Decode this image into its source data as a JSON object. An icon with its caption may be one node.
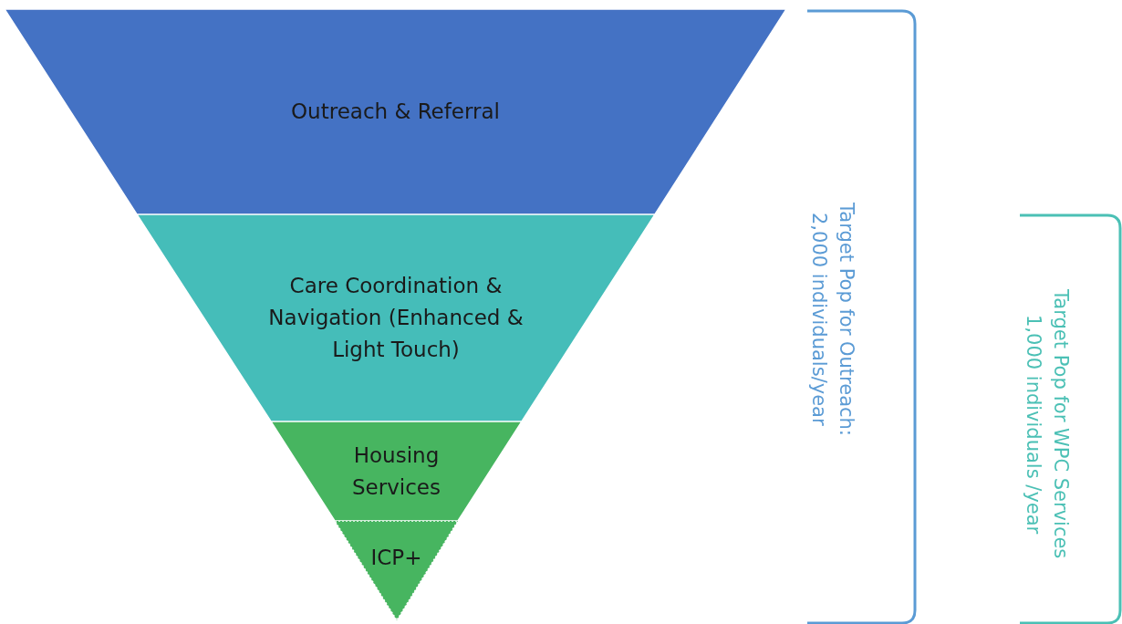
{
  "diagram": {
    "nodes": [
      {
        "text": [
          "Outreach & Referral"
        ]
      },
      {
        "text": [
          "Care Coordination & Navigation (Enhanced & Light Touch)"
        ]
      },
      {
        "text": [
          "Housing Services"
        ]
      },
      {
        "text": [
          "ICP+"
        ]
      }
    ],
    "labels": [
      "Target Pop for Outreach: 2,000 individuals/year",
      "Target Pop for WPC Services 1,000 individuals /year"
    ]
  }
}
